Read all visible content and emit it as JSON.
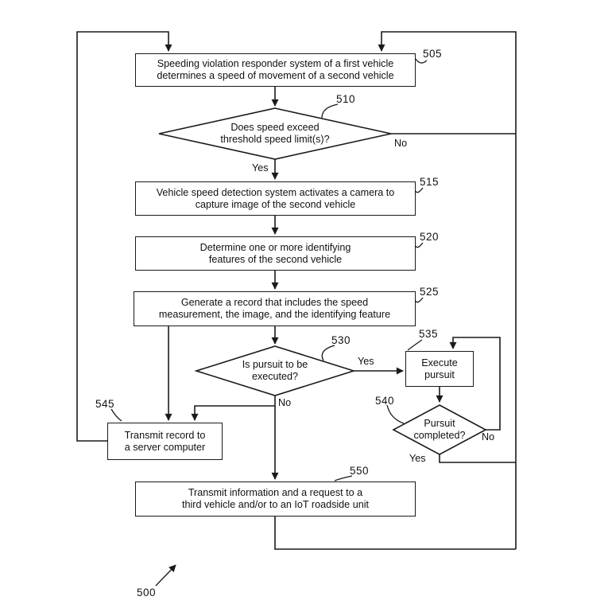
{
  "figure_label": "500",
  "nodes": {
    "n505": {
      "ref": "505",
      "lines": [
        "Speeding violation responder system of a first vehicle",
        "determines a speed of movement of a second vehicle"
      ]
    },
    "n510": {
      "ref": "510",
      "lines": [
        "Does speed exceed",
        "threshold speed limit(s)?"
      ]
    },
    "n515": {
      "ref": "515",
      "lines": [
        "Vehicle speed detection system activates a camera to",
        "capture image of the second vehicle"
      ]
    },
    "n520": {
      "ref": "520",
      "lines": [
        "Determine one or more identifying",
        "features of the second vehicle"
      ]
    },
    "n525": {
      "ref": "525",
      "lines": [
        "Generate a record that includes the speed",
        "measurement, the image, and the identifying feature"
      ]
    },
    "n530": {
      "ref": "530",
      "lines": [
        "Is pursuit to be",
        "executed?"
      ]
    },
    "n535": {
      "ref": "535",
      "lines": [
        "Execute",
        "pursuit"
      ]
    },
    "n540": {
      "ref": "540",
      "lines": [
        "Pursuit",
        "completed?"
      ]
    },
    "n545": {
      "ref": "545",
      "lines": [
        "Transmit record to",
        "a server computer"
      ]
    },
    "n550": {
      "ref": "550",
      "lines": [
        "Transmit information and a request to a",
        "third vehicle and/or to an IoT roadside unit"
      ]
    }
  },
  "edge_labels": {
    "no_510": "No",
    "yes_510": "Yes",
    "yes_530": "Yes",
    "no_530": "No",
    "no_540": "No",
    "yes_540": "Yes"
  },
  "colors": {
    "stroke": "#1a1a1a",
    "background": "#ffffff"
  }
}
